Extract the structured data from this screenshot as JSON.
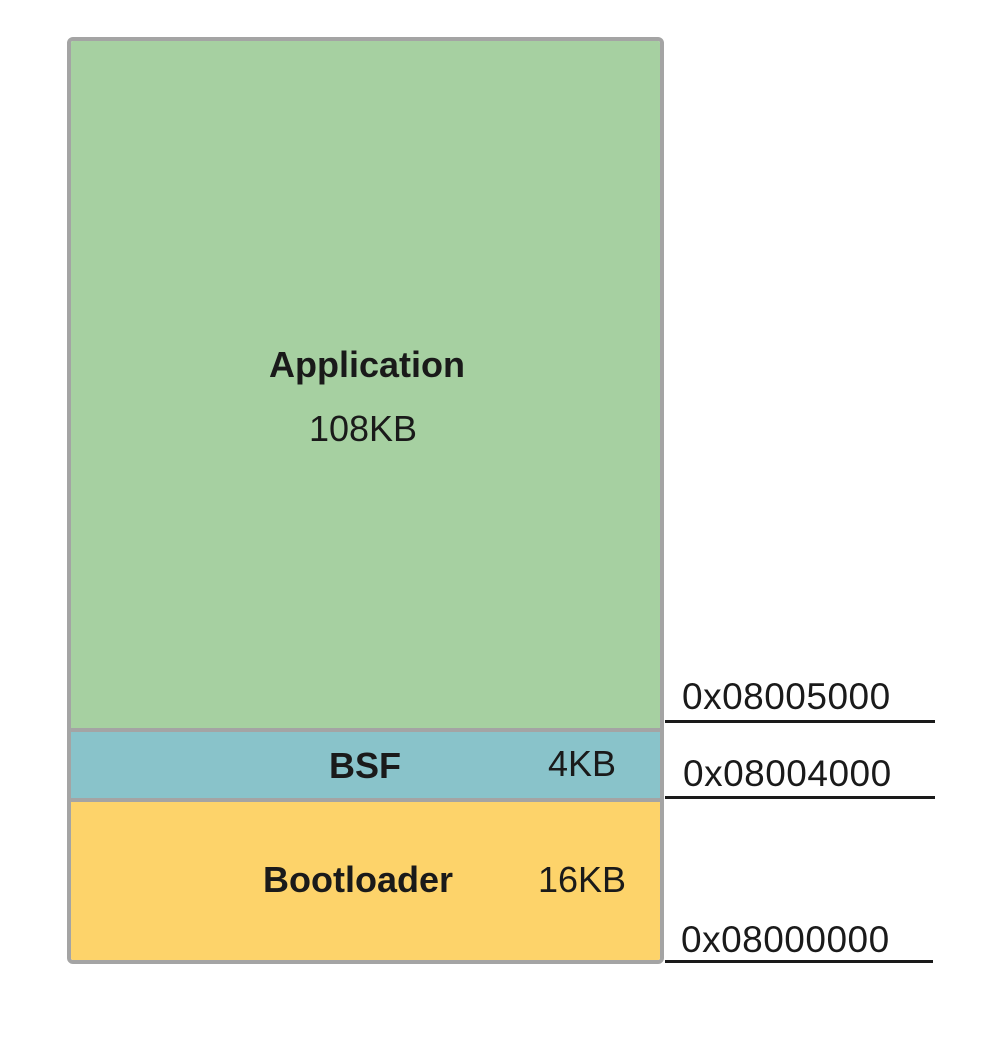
{
  "regions": {
    "application": {
      "name": "Application",
      "size": "108KB",
      "color": "#a6d0a1"
    },
    "bsf": {
      "name": "BSF",
      "size": "4KB",
      "color": "#89c3ca"
    },
    "bootloader": {
      "name": "Bootloader",
      "size": "16KB",
      "color": "#fdd36a"
    }
  },
  "addresses": {
    "top": "0x08005000",
    "middle": "0x08004000",
    "bottom": "0x08000000"
  },
  "colors": {
    "border": "#a4a4a4",
    "text": "#1a1a1a"
  }
}
